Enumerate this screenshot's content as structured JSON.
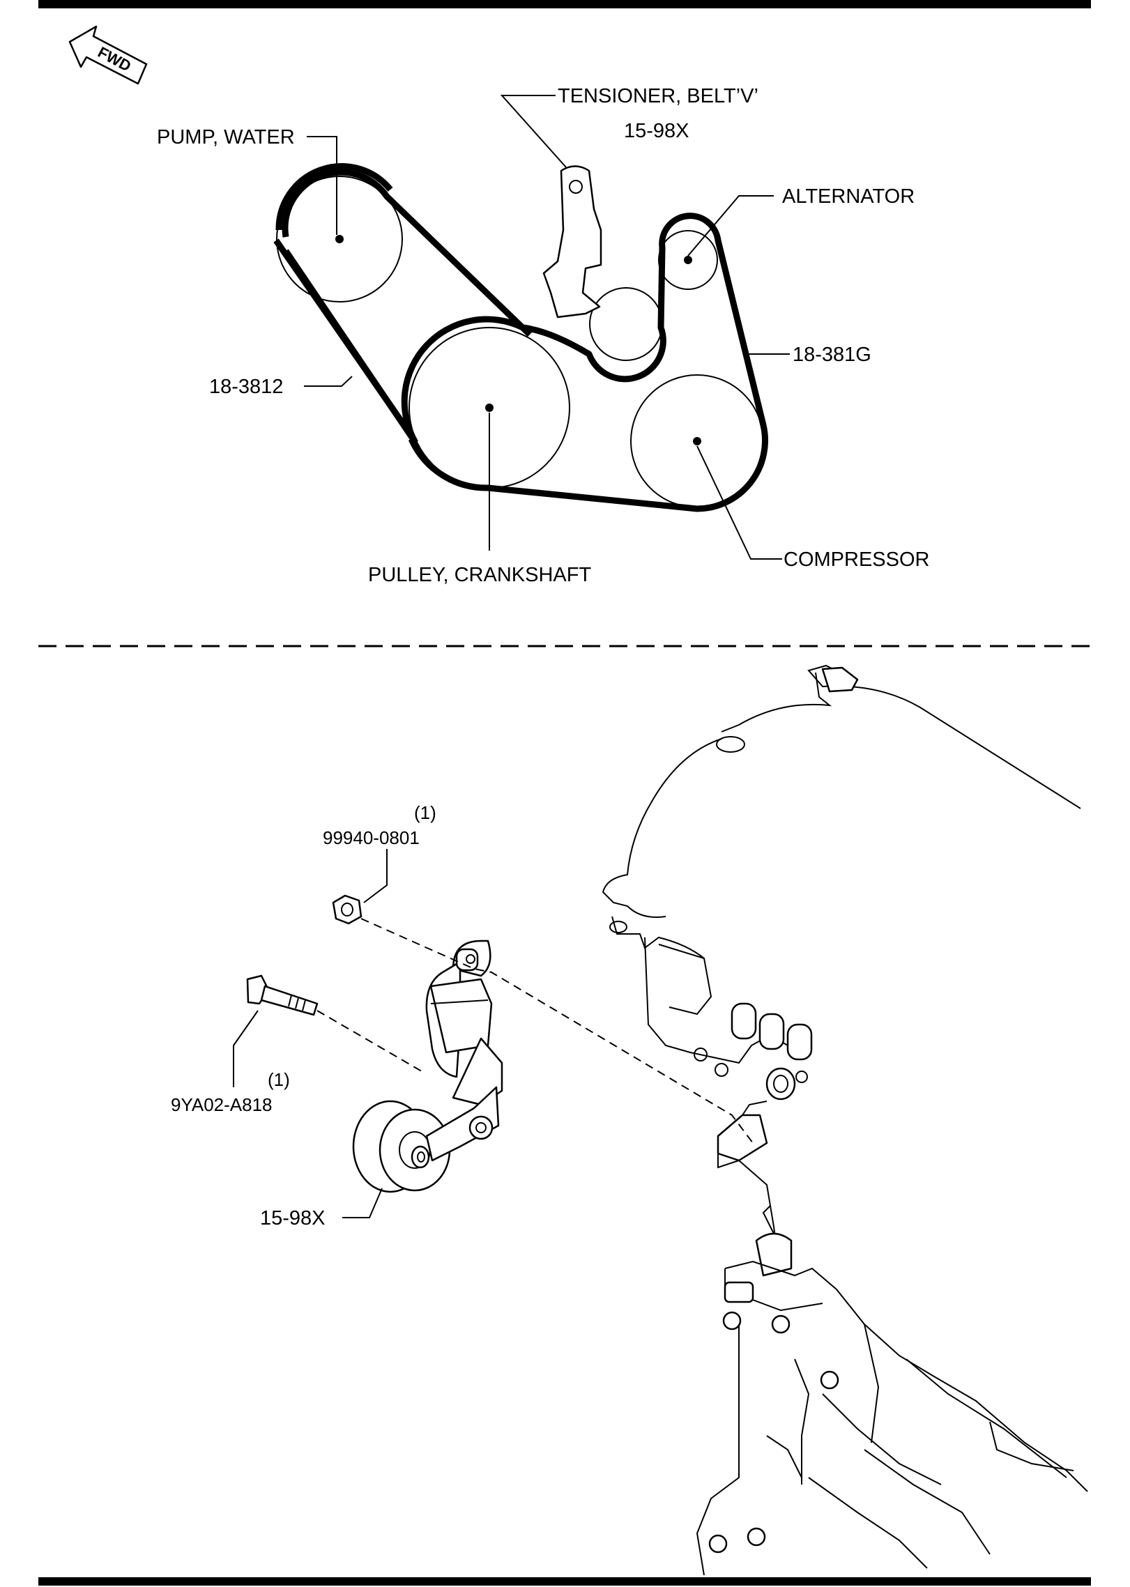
{
  "direction_marker": {
    "text": "FWD",
    "icon": "forward-arrow-icon"
  },
  "belt_diagram": {
    "tensioner_label": "TENSIONER, BELT’V’",
    "tensioner_part_no": "15-98X",
    "water_pump_label": "PUMP, WATER",
    "alternator_label": "ALTERNATOR",
    "belt_left_part_no": "18-3812",
    "belt_right_part_no": "18-381G",
    "compressor_label": "COMPRESSOR",
    "crankshaft_pulley_label": "PULLEY, CRANKSHAFT"
  },
  "exploded_view": {
    "nut_part_no": "99940-0801",
    "nut_qty": "(1)",
    "bolt_part_no": "9YA02-A818",
    "bolt_qty": "(1)",
    "tensioner_part_no": "15-98X"
  }
}
